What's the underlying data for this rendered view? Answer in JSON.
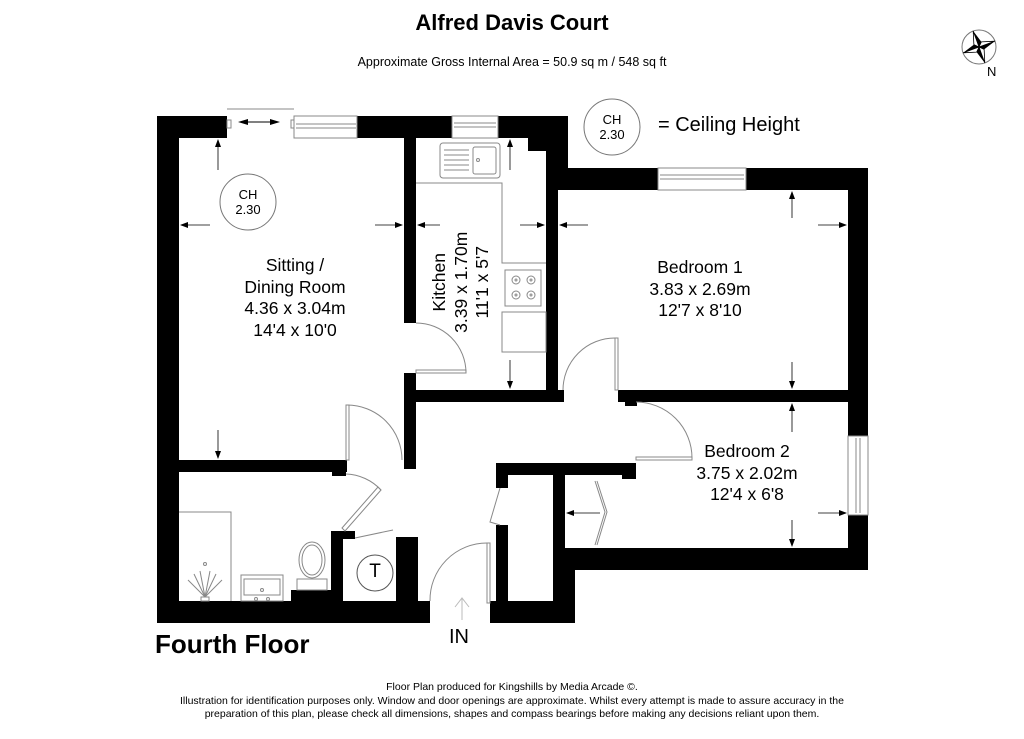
{
  "header": {
    "title": "Alfred Davis Court",
    "subtitle": "Approximate Gross Internal Area = 50.9 sq m / 548 sq ft"
  },
  "compass": {
    "icon": "compass-rose-icon",
    "direction_label": "N"
  },
  "legend": {
    "ch_label": "CH",
    "ch_value": "2.30",
    "meaning": "= Ceiling Height"
  },
  "rooms": {
    "sitting": {
      "name_line1": "Sitting /",
      "name_line2": "Dining Room",
      "metric": "4.36 x 3.04m",
      "imperial": "14'4 x 10'0",
      "ceiling_label": "CH",
      "ceiling_value": "2.30"
    },
    "kitchen": {
      "name": "Kitchen",
      "metric": "3.39 x 1.70m",
      "imperial": "11'1 x 5'7"
    },
    "bedroom1": {
      "name": "Bedroom 1",
      "metric": "3.83 x 2.69m",
      "imperial": "12'7 x 8'10"
    },
    "bedroom2": {
      "name": "Bedroom 2",
      "metric": "3.75 x 2.02m",
      "imperial": "12'4 x 6'8"
    },
    "cupboard": {
      "symbol": "T"
    }
  },
  "entrance": {
    "label": "IN"
  },
  "floor": {
    "label": "Fourth Floor"
  },
  "colors": {
    "wall": "#000000",
    "fixture_line": "#888888",
    "background": "#ffffff"
  },
  "footer": {
    "line1": "Floor Plan produced for Kingshills by Media Arcade ©.",
    "line2": "Illustration for identification purposes only. Window and door openings are approximate. Whilst every attempt is made to assure accuracy in the",
    "line3": "preparation of this plan, please check all dimensions, shapes and compass bearings before making any decisions reliant upon them."
  }
}
